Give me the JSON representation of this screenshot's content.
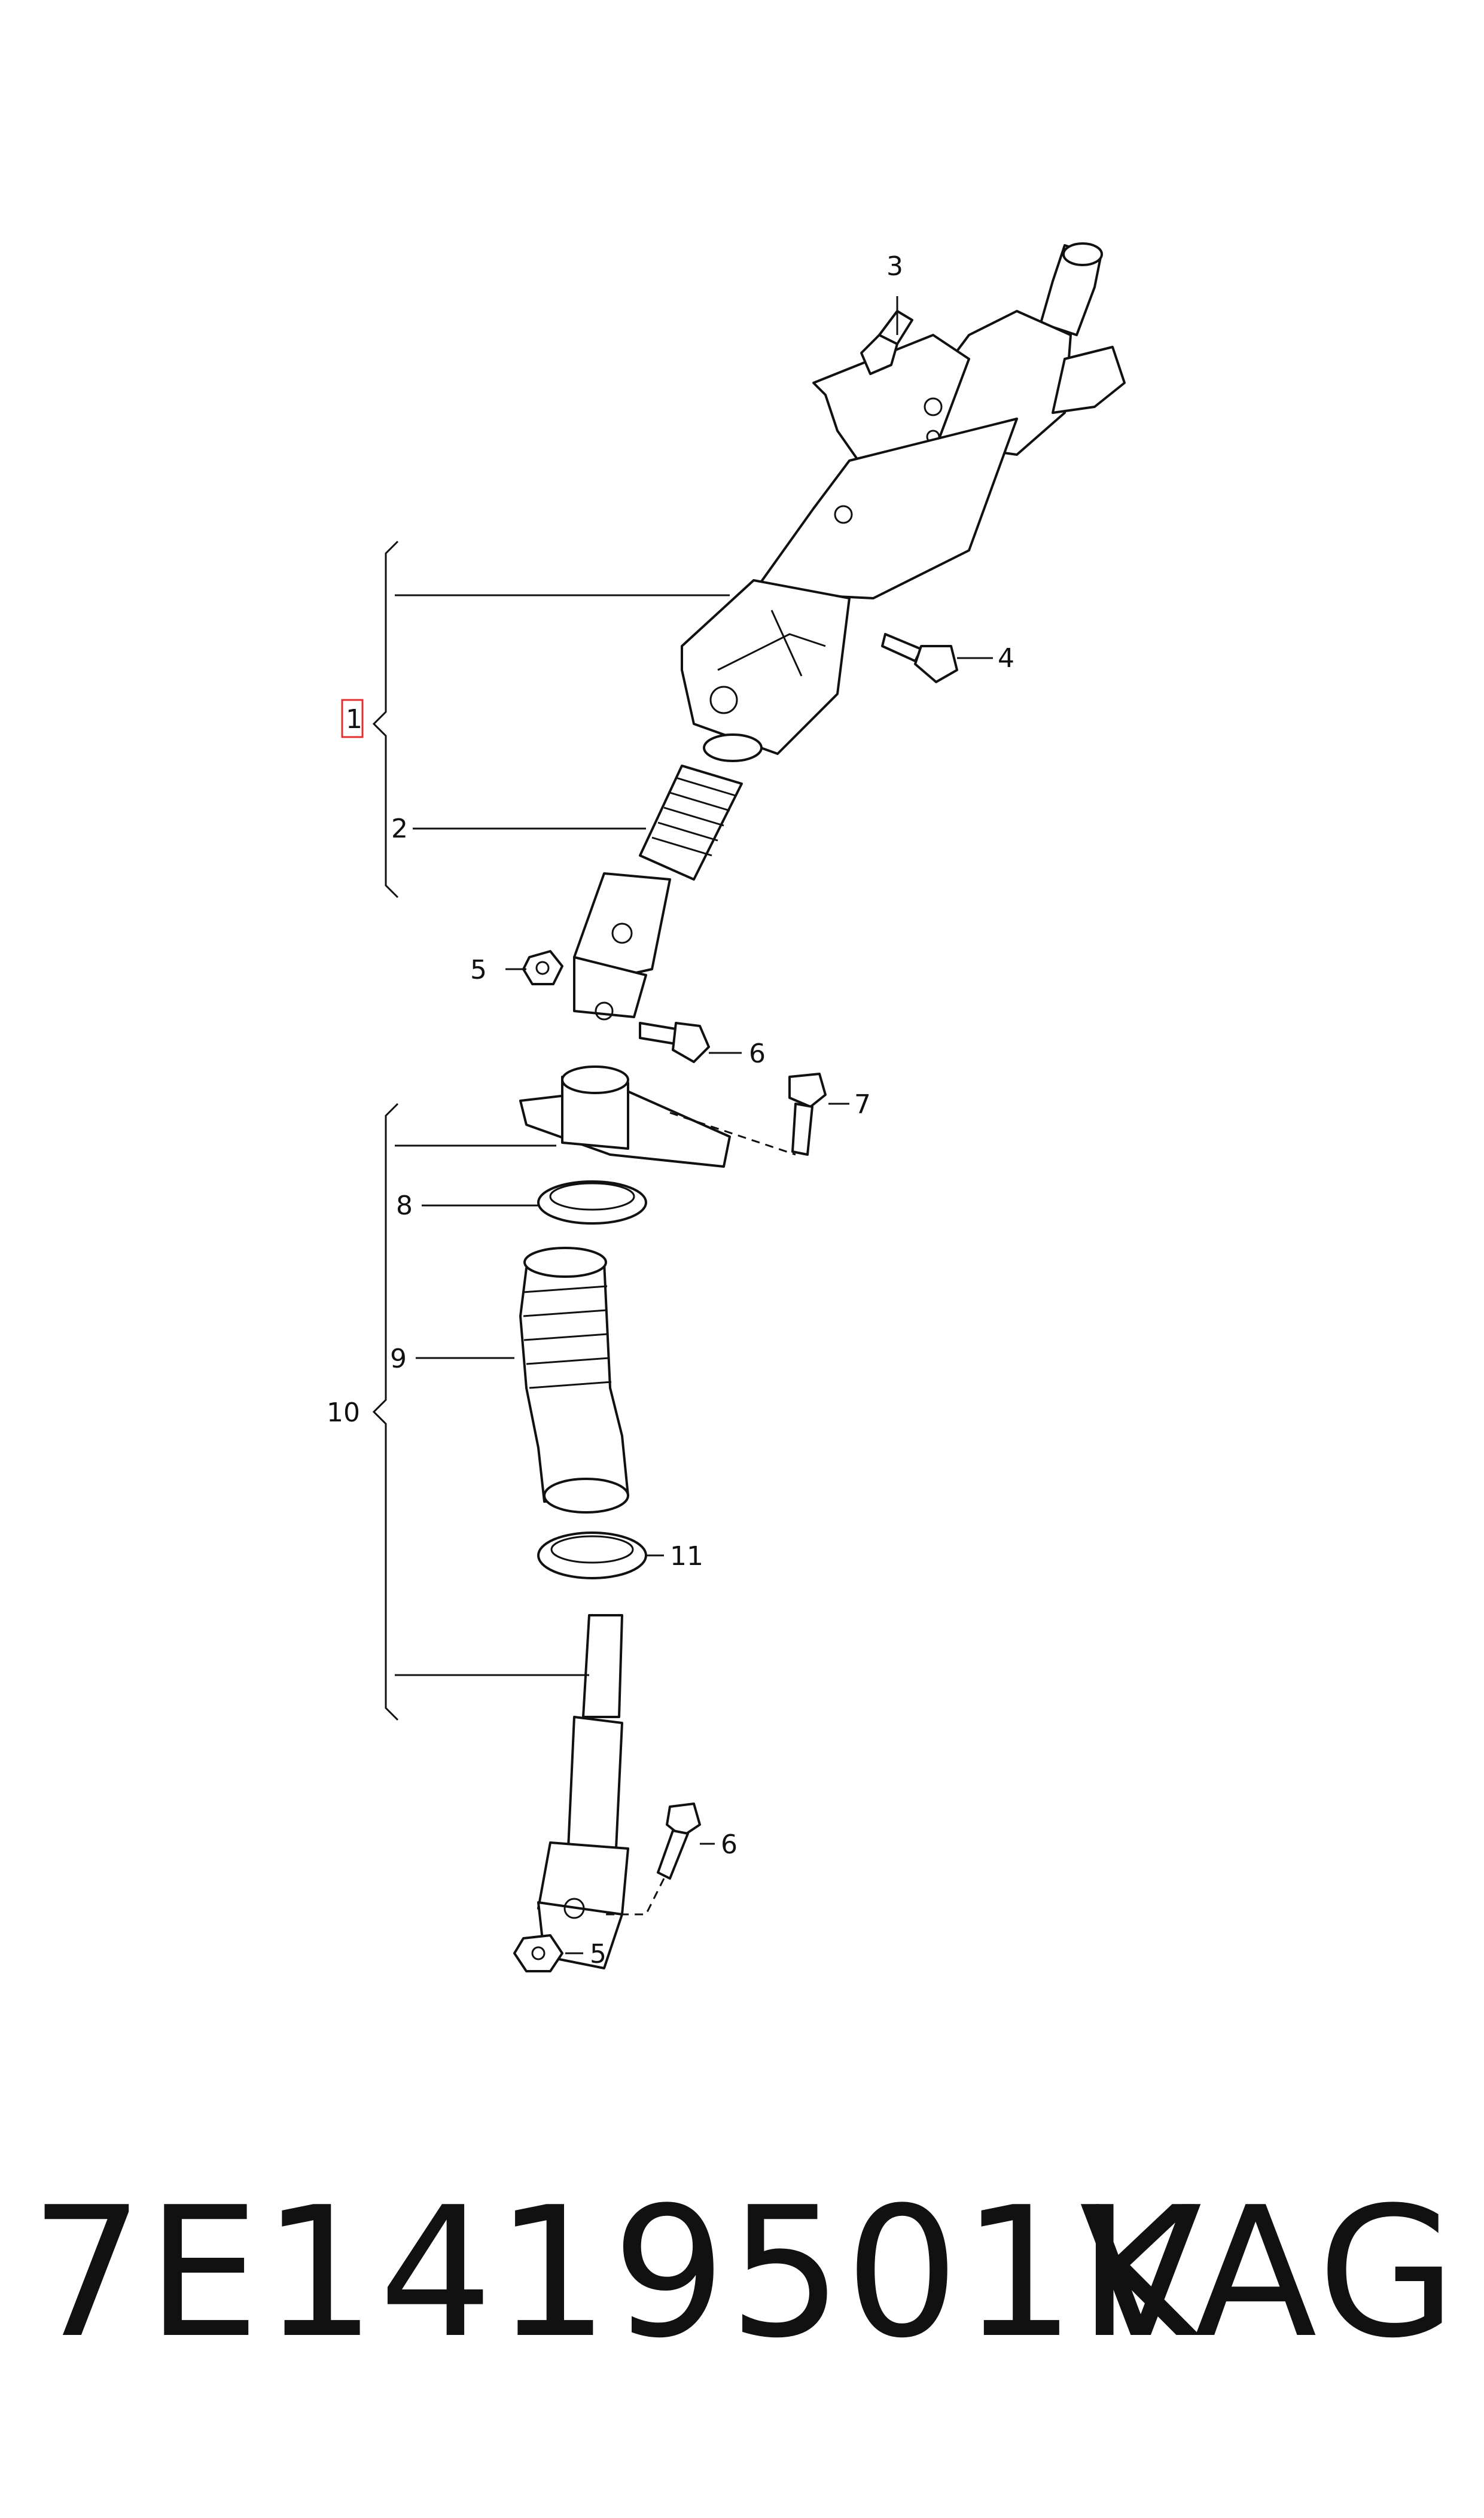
{
  "callouts": {
    "c1": "1",
    "c2": "2",
    "c3": "3",
    "c4": "4",
    "c5a": "5",
    "c6a": "6",
    "c7": "7",
    "c8": "8",
    "c9": "9",
    "c10": "10",
    "c11": "11",
    "c6b": "6",
    "c5b": "5"
  },
  "colors": {
    "line": "#111111",
    "highlight": "#e03030"
  },
  "footer": {
    "part_number": "7E1419501K",
    "brand": "VAG"
  }
}
